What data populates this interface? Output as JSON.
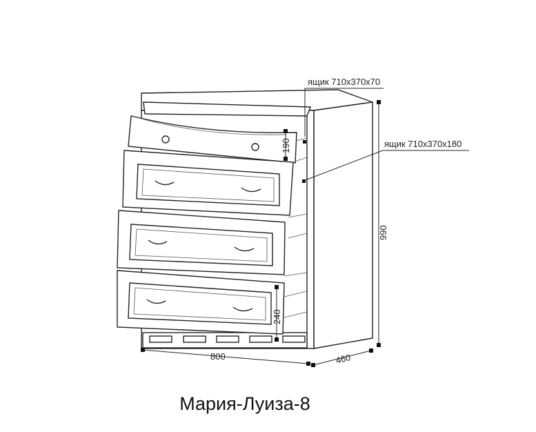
{
  "callouts": {
    "drawer_small": "ящик 710х370х70",
    "drawer_large": "ящик 710х370х180"
  },
  "dimensions": {
    "height": "990",
    "width": "800",
    "depth": "460",
    "small_drawer_height": "190",
    "large_drawer_height": "240"
  },
  "title": "Мария-Луиза-8"
}
